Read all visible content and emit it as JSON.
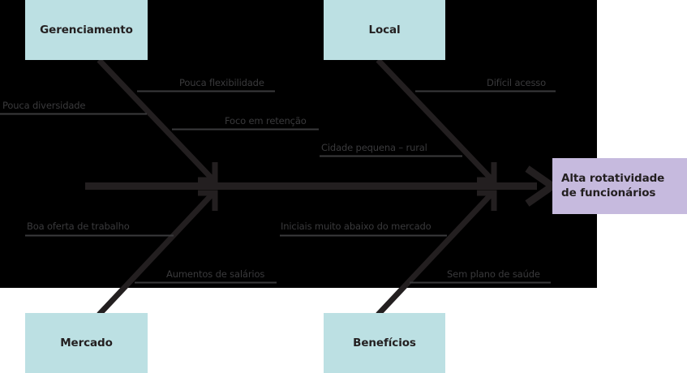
{
  "diagram": {
    "type": "fishbone-ishikawa",
    "effect": {
      "line1": "Alta rotatividade",
      "line2": "de funcionários",
      "color": "#c6badE"
    },
    "category_color": "#bce0e3",
    "spine_color": "#231f20",
    "background_color": "#000000",
    "categories": [
      {
        "id": "gerenciamento",
        "label": "Gerenciamento",
        "position": "top-left",
        "causes": [
          "Pouca flexibilidade",
          "Pouca diversidade",
          "Foco em retenção"
        ]
      },
      {
        "id": "local",
        "label": "Local",
        "position": "top-right",
        "causes": [
          "Difícil acesso",
          "Cidade pequena – rural"
        ]
      },
      {
        "id": "mercado",
        "label": "Mercado",
        "position": "bottom-left",
        "causes": [
          "Boa oferta de trabalho",
          "Aumentos de salários"
        ]
      },
      {
        "id": "beneficios",
        "label": "Benefícios",
        "position": "bottom-right",
        "causes": [
          "Iniciais muito abaixo do mercado",
          "Sem plano de saúde"
        ]
      }
    ],
    "causes_flat": {
      "pouca_flexibilidade": "Pouca flexibilidade",
      "pouca_diversidade": "Pouca diversidade",
      "foco_em_retencao": "Foco em retenção",
      "dificil_acesso": "Difícil acesso",
      "cidade_pequena_rural": "Cidade pequena – rural",
      "boa_oferta_de_trabalho": "Boa oferta de trabalho",
      "aumentos_de_salarios": "Aumentos de salários",
      "iniciais_muito_abaixo_do_mercado": "Iniciais muito abaixo do mercado",
      "sem_plano_de_saude": "Sem plano de saúde"
    }
  }
}
